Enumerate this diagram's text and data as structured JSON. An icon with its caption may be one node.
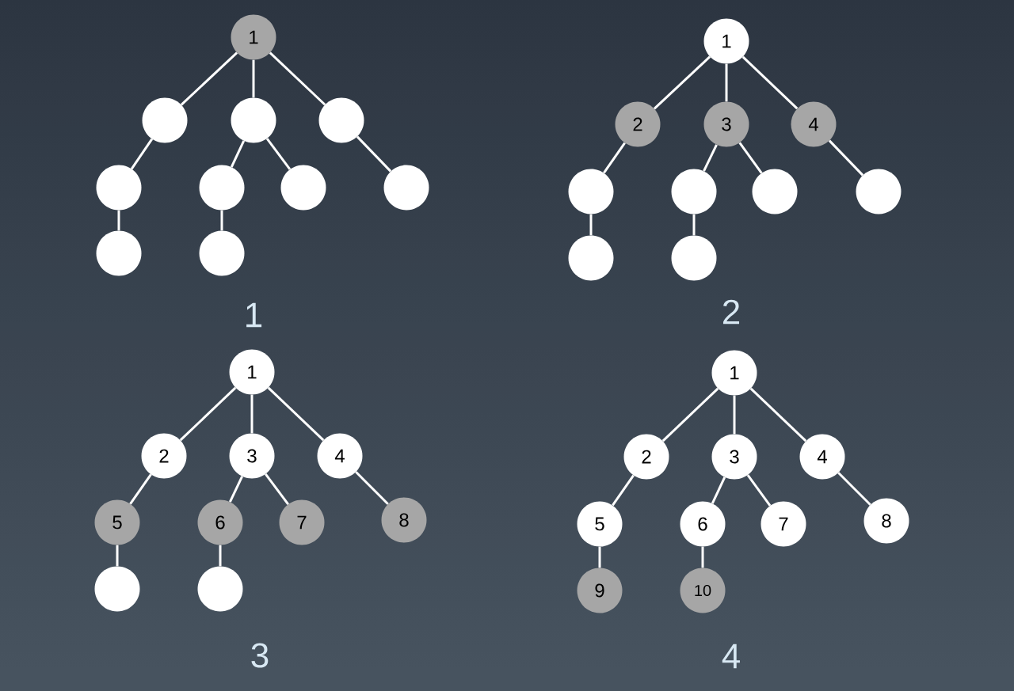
{
  "diagram": {
    "nodes": [
      {
        "text": [
          "1"
        ]
      },
      {
        "text": [],
        "shape": "circle"
      },
      {
        "text": [],
        "shape": "circle"
      },
      {
        "text": [],
        "shape": "circle"
      },
      {
        "text": [],
        "shape": "circle"
      },
      {
        "text": [],
        "shape": "circle"
      },
      {
        "text": [],
        "shape": "circle"
      },
      {
        "text": [],
        "shape": "circle"
      },
      {
        "text": [],
        "shape": "circle"
      },
      {
        "text": [],
        "shape": "circle"
      },
      {
        "text": [
          "1"
        ]
      },
      {
        "text": [
          "2"
        ]
      },
      {
        "text": [
          "3"
        ]
      },
      {
        "text": [
          "4"
        ]
      },
      {
        "text": [],
        "shape": "circle"
      },
      {
        "text": [],
        "shape": "circle"
      },
      {
        "text": [],
        "shape": "circle"
      },
      {
        "text": [],
        "shape": "circle"
      },
      {
        "text": [],
        "shape": "circle"
      },
      {
        "text": [],
        "shape": "circle"
      },
      {
        "text": [
          "1"
        ]
      },
      {
        "text": [
          "2"
        ]
      },
      {
        "text": [
          "3"
        ]
      },
      {
        "text": [
          "4"
        ]
      },
      {
        "text": [
          "5"
        ]
      },
      {
        "text": [
          "6"
        ]
      },
      {
        "text": [
          "7"
        ]
      },
      {
        "text": [
          "8"
        ]
      },
      {
        "text": [],
        "shape": "circle"
      },
      {
        "text": [],
        "shape": "circle"
      },
      {
        "text": [
          "1"
        ]
      },
      {
        "text": [
          "2"
        ]
      },
      {
        "text": [
          "3"
        ]
      },
      {
        "text": [
          "4"
        ]
      },
      {
        "text": [
          "5"
        ]
      },
      {
        "text": [
          "6"
        ]
      },
      {
        "text": [
          "7"
        ]
      },
      {
        "text": [
          "8"
        ]
      },
      {
        "text": [
          "9"
        ]
      },
      {
        "text": [
          "10"
        ]
      }
    ],
    "edges": [
      {
        "from": 0,
        "to": 1,
        "arrow": "none"
      },
      {
        "from": 0,
        "to": 2,
        "arrow": "none"
      },
      {
        "from": 0,
        "to": 3,
        "arrow": "none"
      },
      {
        "from": 1,
        "to": 4,
        "arrow": "none"
      },
      {
        "from": 2,
        "to": 5,
        "arrow": "none"
      },
      {
        "from": 2,
        "to": 6,
        "arrow": "none"
      },
      {
        "from": 3,
        "to": 7,
        "arrow": "none"
      },
      {
        "from": 4,
        "to": 8,
        "arrow": "none"
      },
      {
        "from": 5,
        "to": 9,
        "arrow": "none"
      },
      {
        "from": 10,
        "to": 11,
        "arrow": "none"
      },
      {
        "from": 10,
        "to": 12,
        "arrow": "none"
      },
      {
        "from": 10,
        "to": 13,
        "arrow": "none"
      },
      {
        "from": 11,
        "to": 14,
        "arrow": "none"
      },
      {
        "from": 12,
        "to": 15,
        "arrow": "none"
      },
      {
        "from": 12,
        "to": 16,
        "arrow": "none"
      },
      {
        "from": 13,
        "to": 17,
        "arrow": "none"
      },
      {
        "from": 14,
        "to": 18,
        "arrow": "none"
      },
      {
        "from": 15,
        "to": 19,
        "arrow": "none"
      },
      {
        "from": 20,
        "to": 21,
        "arrow": "none"
      },
      {
        "from": 20,
        "to": 22,
        "arrow": "none"
      },
      {
        "from": 20,
        "to": 23,
        "arrow": "none"
      },
      {
        "from": 21,
        "to": 24,
        "arrow": "none"
      },
      {
        "from": 22,
        "to": 25,
        "arrow": "none"
      },
      {
        "from": 22,
        "to": 26,
        "arrow": "none"
      },
      {
        "from": 23,
        "to": 27,
        "arrow": "none"
      },
      {
        "from": 24,
        "to": 28,
        "arrow": "none"
      },
      {
        "from": 25,
        "to": 29,
        "arrow": "none"
      },
      {
        "from": 30,
        "to": 31,
        "arrow": "none"
      },
      {
        "from": 30,
        "to": 32,
        "arrow": "none"
      },
      {
        "from": 30,
        "to": 33,
        "arrow": "none"
      },
      {
        "from": 31,
        "to": 34,
        "arrow": "none"
      },
      {
        "from": 32,
        "to": 35,
        "arrow": "none"
      },
      {
        "from": 32,
        "to": 36,
        "arrow": "none"
      },
      {
        "from": 33,
        "to": 37,
        "arrow": "none"
      },
      {
        "from": 34,
        "to": 38,
        "arrow": "none"
      },
      {
        "from": 35,
        "to": 39,
        "arrow": "none"
      }
    ],
    "labels": [
      "1",
      "2",
      "3",
      "4"
    ]
  }
}
